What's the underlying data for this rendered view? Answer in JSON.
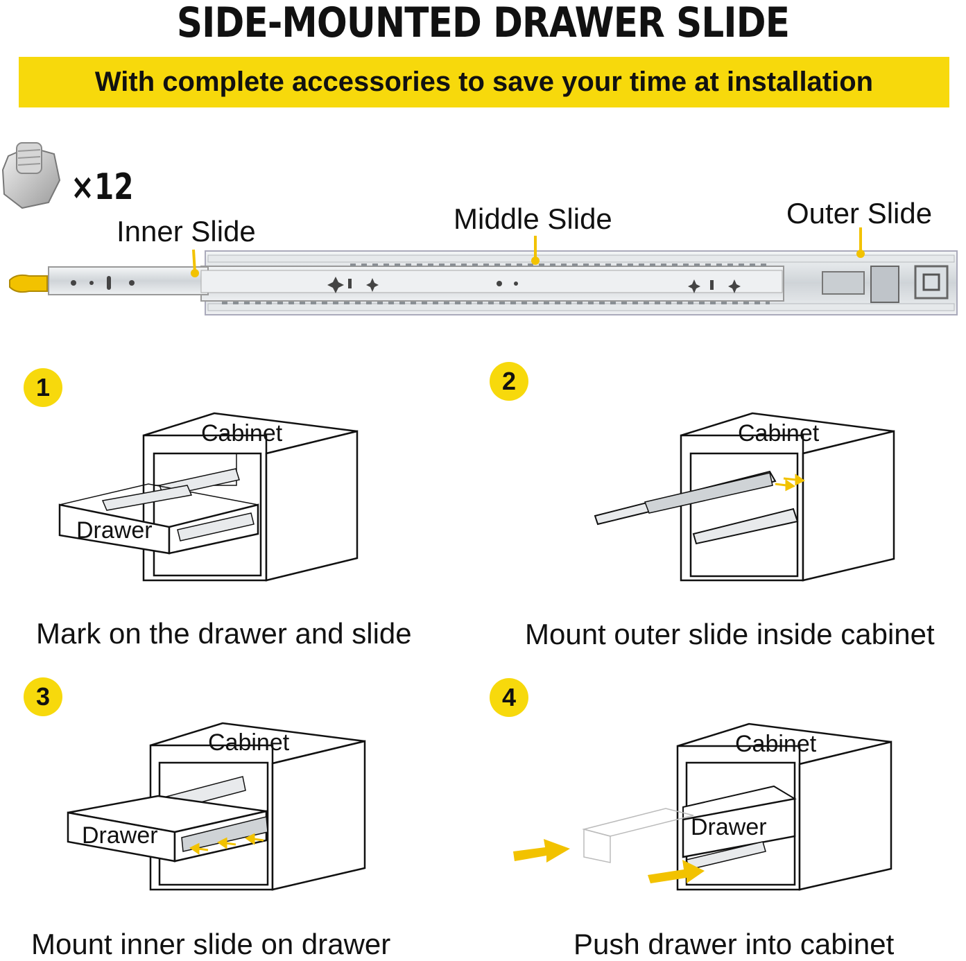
{
  "header": {
    "title": "SIDE-MOUNTED DRAWER SLIDE",
    "subtitle": "With complete accessories to save your time at installation"
  },
  "accessory": {
    "quantity": "×12",
    "icon": "hex-nut-bolt-icon"
  },
  "slide_labels": {
    "inner": "Inner Slide",
    "middle": "Middle Slide",
    "outer": "Outer Slide"
  },
  "colors": {
    "accent": "#f7d90c",
    "text": "#111111",
    "metal": "#d9dde0"
  },
  "steps": [
    {
      "number": "1",
      "cabinet": "Cabinet",
      "drawer": "Drawer",
      "caption": "Mark on the drawer and slide"
    },
    {
      "number": "2",
      "cabinet": "Cabinet",
      "caption": "Mount outer slide inside cabinet"
    },
    {
      "number": "3",
      "cabinet": "Cabinet",
      "drawer": "Drawer",
      "caption": "Mount inner slide on drawer"
    },
    {
      "number": "4",
      "cabinet": "Cabinet",
      "drawer": "Drawer",
      "caption": "Push drawer into cabinet"
    }
  ]
}
